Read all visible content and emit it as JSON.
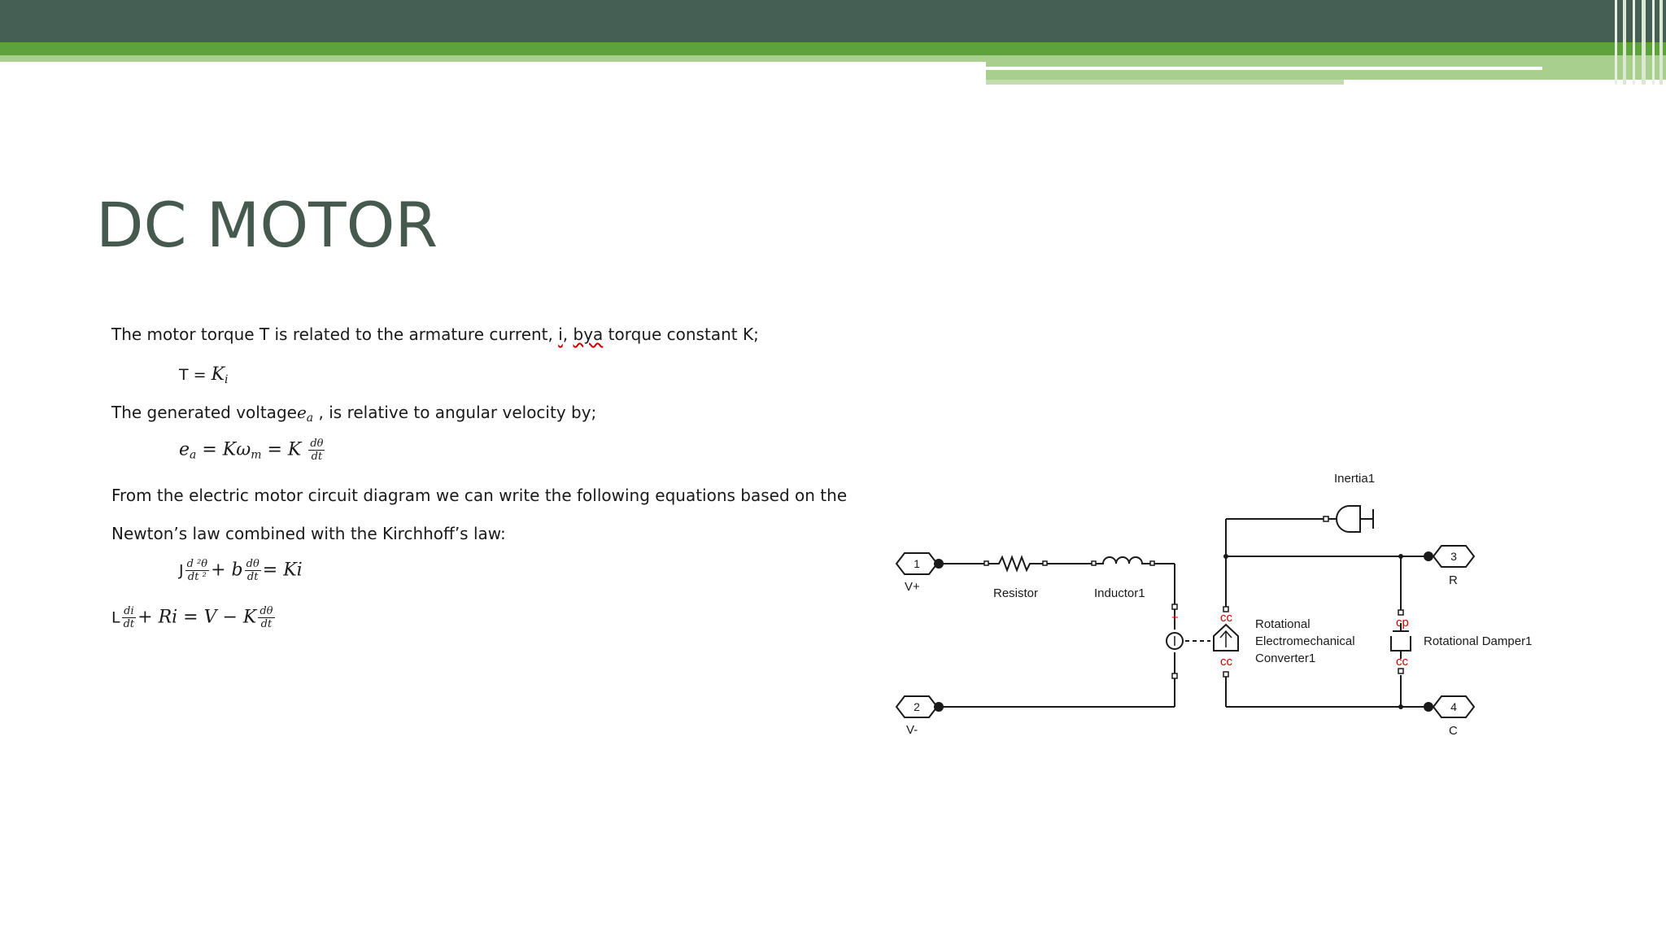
{
  "slide": {
    "title": "DC MOTOR",
    "lines": {
      "torque_intro_pre": "The motor torque T is related to the armature current, ",
      "torque_intro_i": "i",
      "torque_intro_mid": ", ",
      "torque_intro_bya": "bya",
      "torque_intro_post": " torque constant K;",
      "eq1_lhs": "T = ",
      "eq1_K": "K",
      "eq1_sub": "i",
      "voltage_intro_pre": "The generated voltage",
      "voltage_intro_e": "e",
      "voltage_intro_sub": "a",
      "voltage_intro_post": " , is relative to angular velocity by;",
      "eq2_lhs": "e",
      "eq2_lhs_sub": "a",
      "eq2_mid": " = Kω",
      "eq2_mid_sub": "m",
      "eq2_rhs": "  = K ",
      "eq2_frac_num": "dθ",
      "eq2_frac_den": "dt",
      "circuit_intro_1": "From the electric motor circuit diagram we can write the following equations based on the",
      "circuit_intro_2": "Newton’s law combined with the Kirchhoff’s law:",
      "eq3_J": "J",
      "eq3_frac1_num": "d ²θ",
      "eq3_frac1_den": "dt ²",
      "eq3_plus_b": "+ b",
      "eq3_frac2_num": "dθ",
      "eq3_frac2_den": "dt",
      "eq3_rhs": "= Ki",
      "eq4_L": "L",
      "eq4_frac1_num": "di",
      "eq4_frac1_den": "dt",
      "eq4_mid": "+ Ri = V − K",
      "eq4_frac2_num": "dθ",
      "eq4_frac2_den": "dt"
    }
  },
  "diagram": {
    "inertia_label": "Inertia1",
    "resistor_label": "Resistor",
    "inductor_label": "Inductor1",
    "converter_label_1": "Rotational",
    "converter_label_2": "Electromechanical",
    "converter_label_3": "Converter1",
    "damper_label": "Rotational Damper1",
    "ports": [
      {
        "num": "1",
        "label": "V+"
      },
      {
        "num": "2",
        "label": "V-"
      },
      {
        "num": "3",
        "label": "R"
      },
      {
        "num": "4",
        "label": "C"
      }
    ]
  },
  "colors": {
    "header_dark": "#455f55",
    "header_green": "#5da23a",
    "header_light_green": "#a9cf8f",
    "title": "#45594f",
    "polarity_marks": "#d00000"
  }
}
